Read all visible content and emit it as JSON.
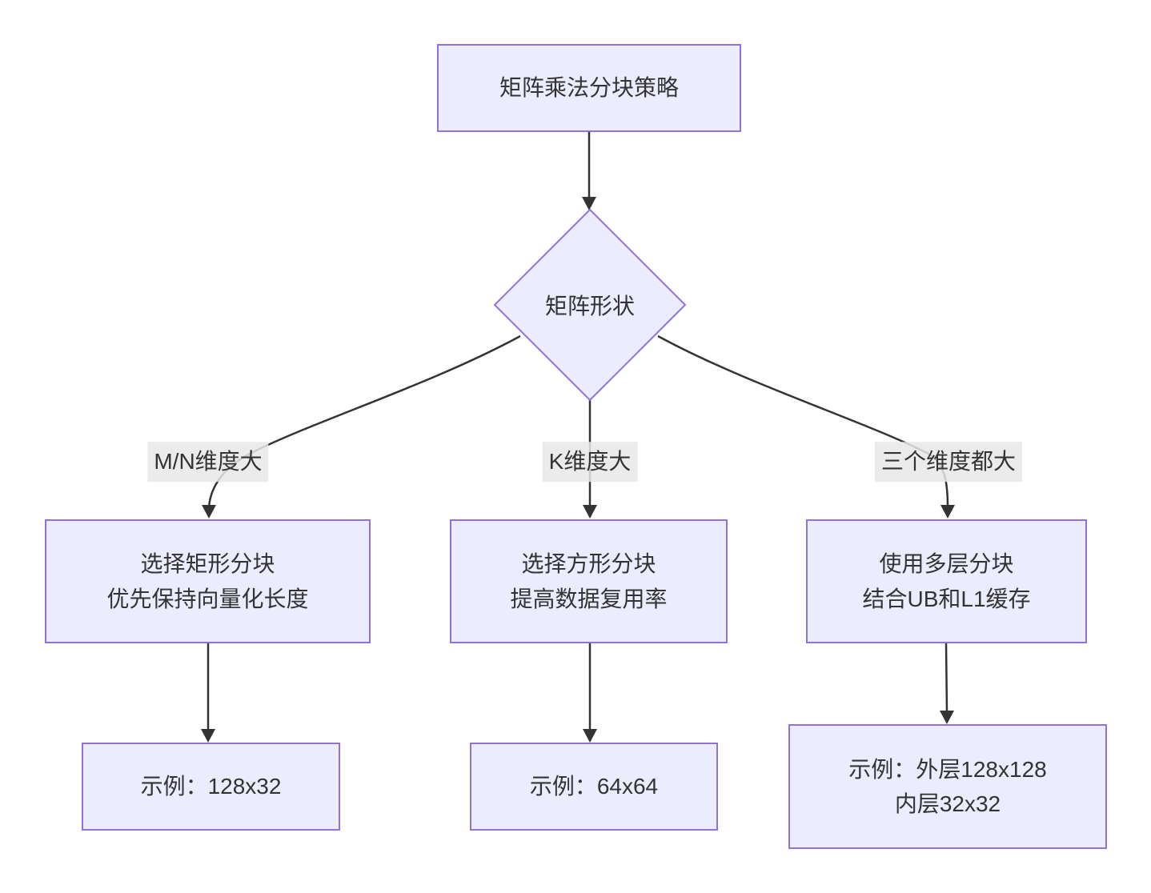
{
  "flowchart": {
    "title_node": "矩阵乘法分块策略",
    "decision_node": "矩阵形状",
    "branches": [
      {
        "condition": "M/N维度大",
        "strategy_line1": "选择矩形分块",
        "strategy_line2": "优先保持向量化长度",
        "example_line1": "示例：128x32"
      },
      {
        "condition": "K维度大",
        "strategy_line1": "选择方形分块",
        "strategy_line2": "提高数据复用率",
        "example_line1": "示例：64x64"
      },
      {
        "condition": "三个维度都大",
        "strategy_line1": "使用多层分块",
        "strategy_line2": "结合UB和L1缓存",
        "example_line1": "示例：外层128x128",
        "example_line2": "内层32x32"
      }
    ],
    "colors": {
      "node_fill": "#ECECFF",
      "node_border": "#9370DB",
      "edge_line": "#333333",
      "edge_label_bg": "#E8E8E8",
      "text": "#333333",
      "background": "#FFFFFF"
    }
  }
}
